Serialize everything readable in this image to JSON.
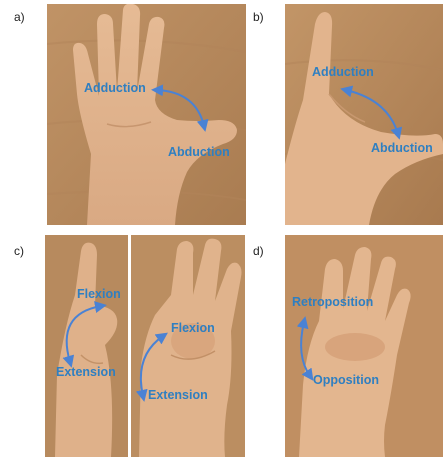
{
  "colors": {
    "label": "#2f7fc1",
    "arrow": "#4a82d4",
    "background_wood": "#b98d60",
    "skin": "#e2b58f"
  },
  "panels": {
    "a": {
      "letter": "a)",
      "labels": {
        "top": "Adduction",
        "bottom": "Abduction"
      }
    },
    "b": {
      "letter": "b)",
      "labels": {
        "top": "Adduction",
        "bottom": "Abduction"
      }
    },
    "c": {
      "letter": "c)",
      "left": {
        "top": "Flexion",
        "bottom": "Extension"
      },
      "right": {
        "top": "Flexion",
        "bottom": "Extension"
      }
    },
    "d": {
      "letter": "d)",
      "labels": {
        "top": "Retroposition",
        "bottom": "Opposition"
      }
    }
  }
}
